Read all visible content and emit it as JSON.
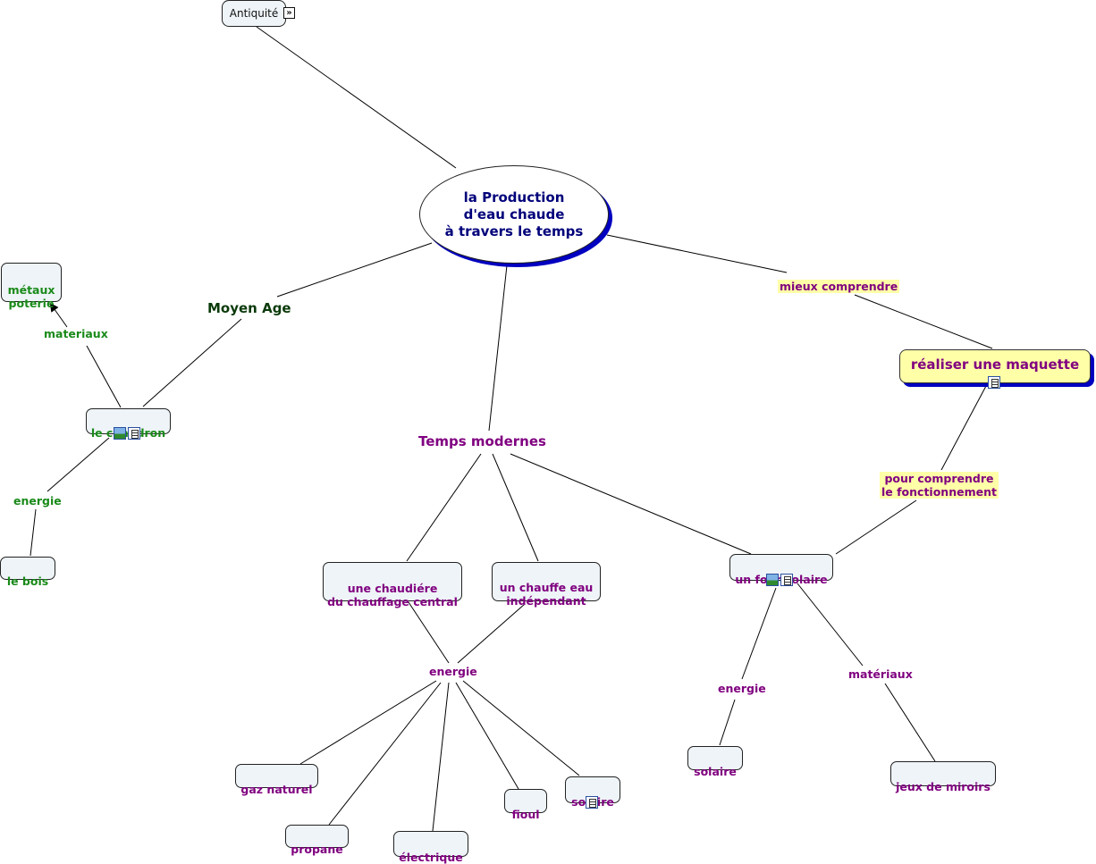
{
  "center": {
    "title": "la Production\nd'eau chaude\nà travers le temps"
  },
  "antiquite": {
    "label": "Antiquité",
    "expand_icon": "»"
  },
  "moyen_age": {
    "label": "Moyen Age",
    "chaudron": "le chaudron",
    "materiaux_link": "materiaux",
    "metaux": "métaux\npoterie",
    "energie_link": "energie",
    "bois": "le bois"
  },
  "temps_modernes": {
    "label": "Temps modernes",
    "chaudiere": "une chaudiére\ndu chauffage central",
    "chauffe_eau": "un chauffe eau\nindépendant",
    "energie_link": "energie",
    "sources": [
      "gaz naturel",
      "propane",
      "électrique",
      "fioul",
      "solaire"
    ],
    "four": "un four solaire",
    "four_energie_link": "energie",
    "four_solaire": "solaire",
    "four_materiaux_link": "matériaux",
    "miroirs": "jeux de miroirs"
  },
  "maquette": {
    "link": "mieux comprendre",
    "label": "réaliser une maquette",
    "link2": "pour comprendre\nle fonctionnement"
  },
  "colors": {
    "purple": "#800080",
    "green": "#1a8a1a",
    "navy": "#00007a",
    "highlight": "#ffffa8",
    "shadow": "#0000c0"
  }
}
